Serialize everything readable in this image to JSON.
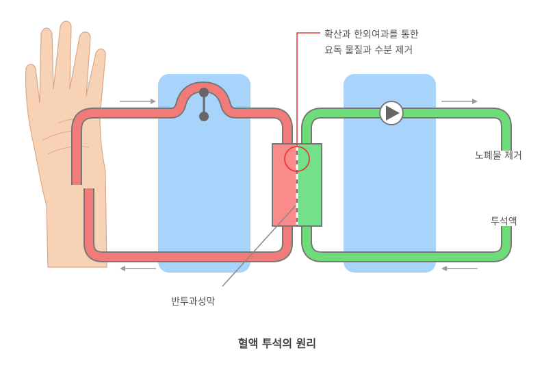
{
  "labels": {
    "annotation_line1": "확산과 한외여과를 통한",
    "annotation_line2": "요독 물질과 수분 제거",
    "waste_removal": "노폐물 제거",
    "dialysate": "투석액",
    "membrane": "반투과성막",
    "caption": "혈액 투석의 원리"
  },
  "colors": {
    "blood": "#f07b78",
    "blood_fill": "#fb8b8b",
    "dialysate": "#6fdc7a",
    "dialysate_fill": "#74e08a",
    "panel": "#a8d3fb",
    "outline": "#777777",
    "annotation": "#e53935",
    "skin": "#f8d2b5"
  },
  "icons": {
    "hand": "hand-icon",
    "pump": "pump-icon",
    "clamp": "clamp-icon"
  }
}
